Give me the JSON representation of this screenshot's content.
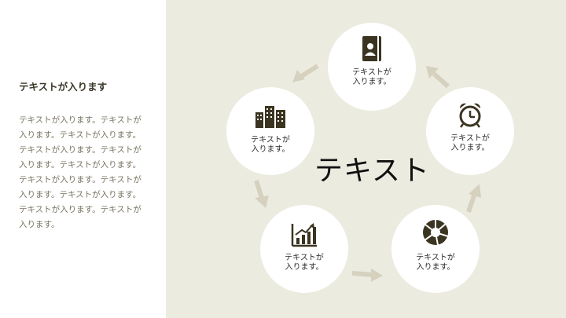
{
  "left_panel": {
    "heading": "テキストが入ります",
    "body": "テキストが入ります。テキストが入ります。テキストが入ります。テキストが入ります。テキストが入ります。テキストが入ります。テキストが入ります。テキストが入ります。テキストが入ります。テキストが入ります。テキストが入ります。"
  },
  "diagram": {
    "center_text": "テキスト",
    "nodes": [
      {
        "icon": "contact-book-icon",
        "line1": "テキストが",
        "line2": "入ります。"
      },
      {
        "icon": "alarm-clock-icon",
        "line1": "テキストが",
        "line2": "入ります。"
      },
      {
        "icon": "camera-aperture-icon",
        "line1": "テキストが",
        "line2": "入ります。"
      },
      {
        "icon": "bar-chart-growth-icon",
        "line1": "テキストが",
        "line2": "入ります。"
      },
      {
        "icon": "buildings-icon",
        "line1": "テキストが",
        "line2": "入ります。"
      }
    ],
    "colors": {
      "panel": "#ecebe0",
      "circle": "#ffffff",
      "icon": "#3b3421",
      "arrow": "#d6d1bf"
    }
  }
}
